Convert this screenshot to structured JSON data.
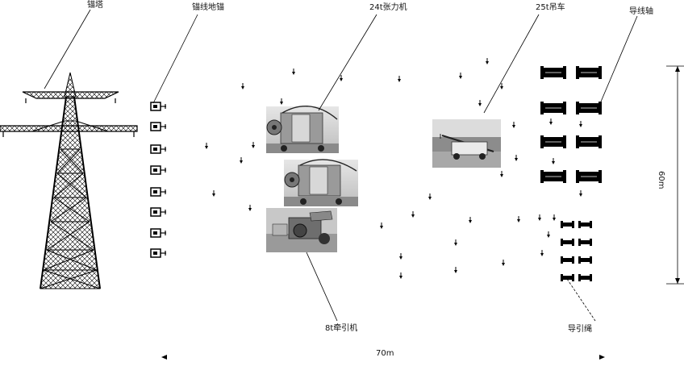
{
  "labels": {
    "tower": "锚塔",
    "ground_anchor": "锚线地锚",
    "tensioner": "24t张力机",
    "crane": "25t吊车",
    "conductor_reel": "导线轴",
    "puller": "8t牵引机",
    "pilot_rope_reel": "导引绳",
    "width": "70m",
    "height": "60m"
  },
  "photos": {
    "tensioner_1": "tensioner-machine-photo",
    "tensioner_2": "tensioner-machine-photo",
    "puller": "puller-machine-photo",
    "crane": "crane-truck-photo"
  }
}
